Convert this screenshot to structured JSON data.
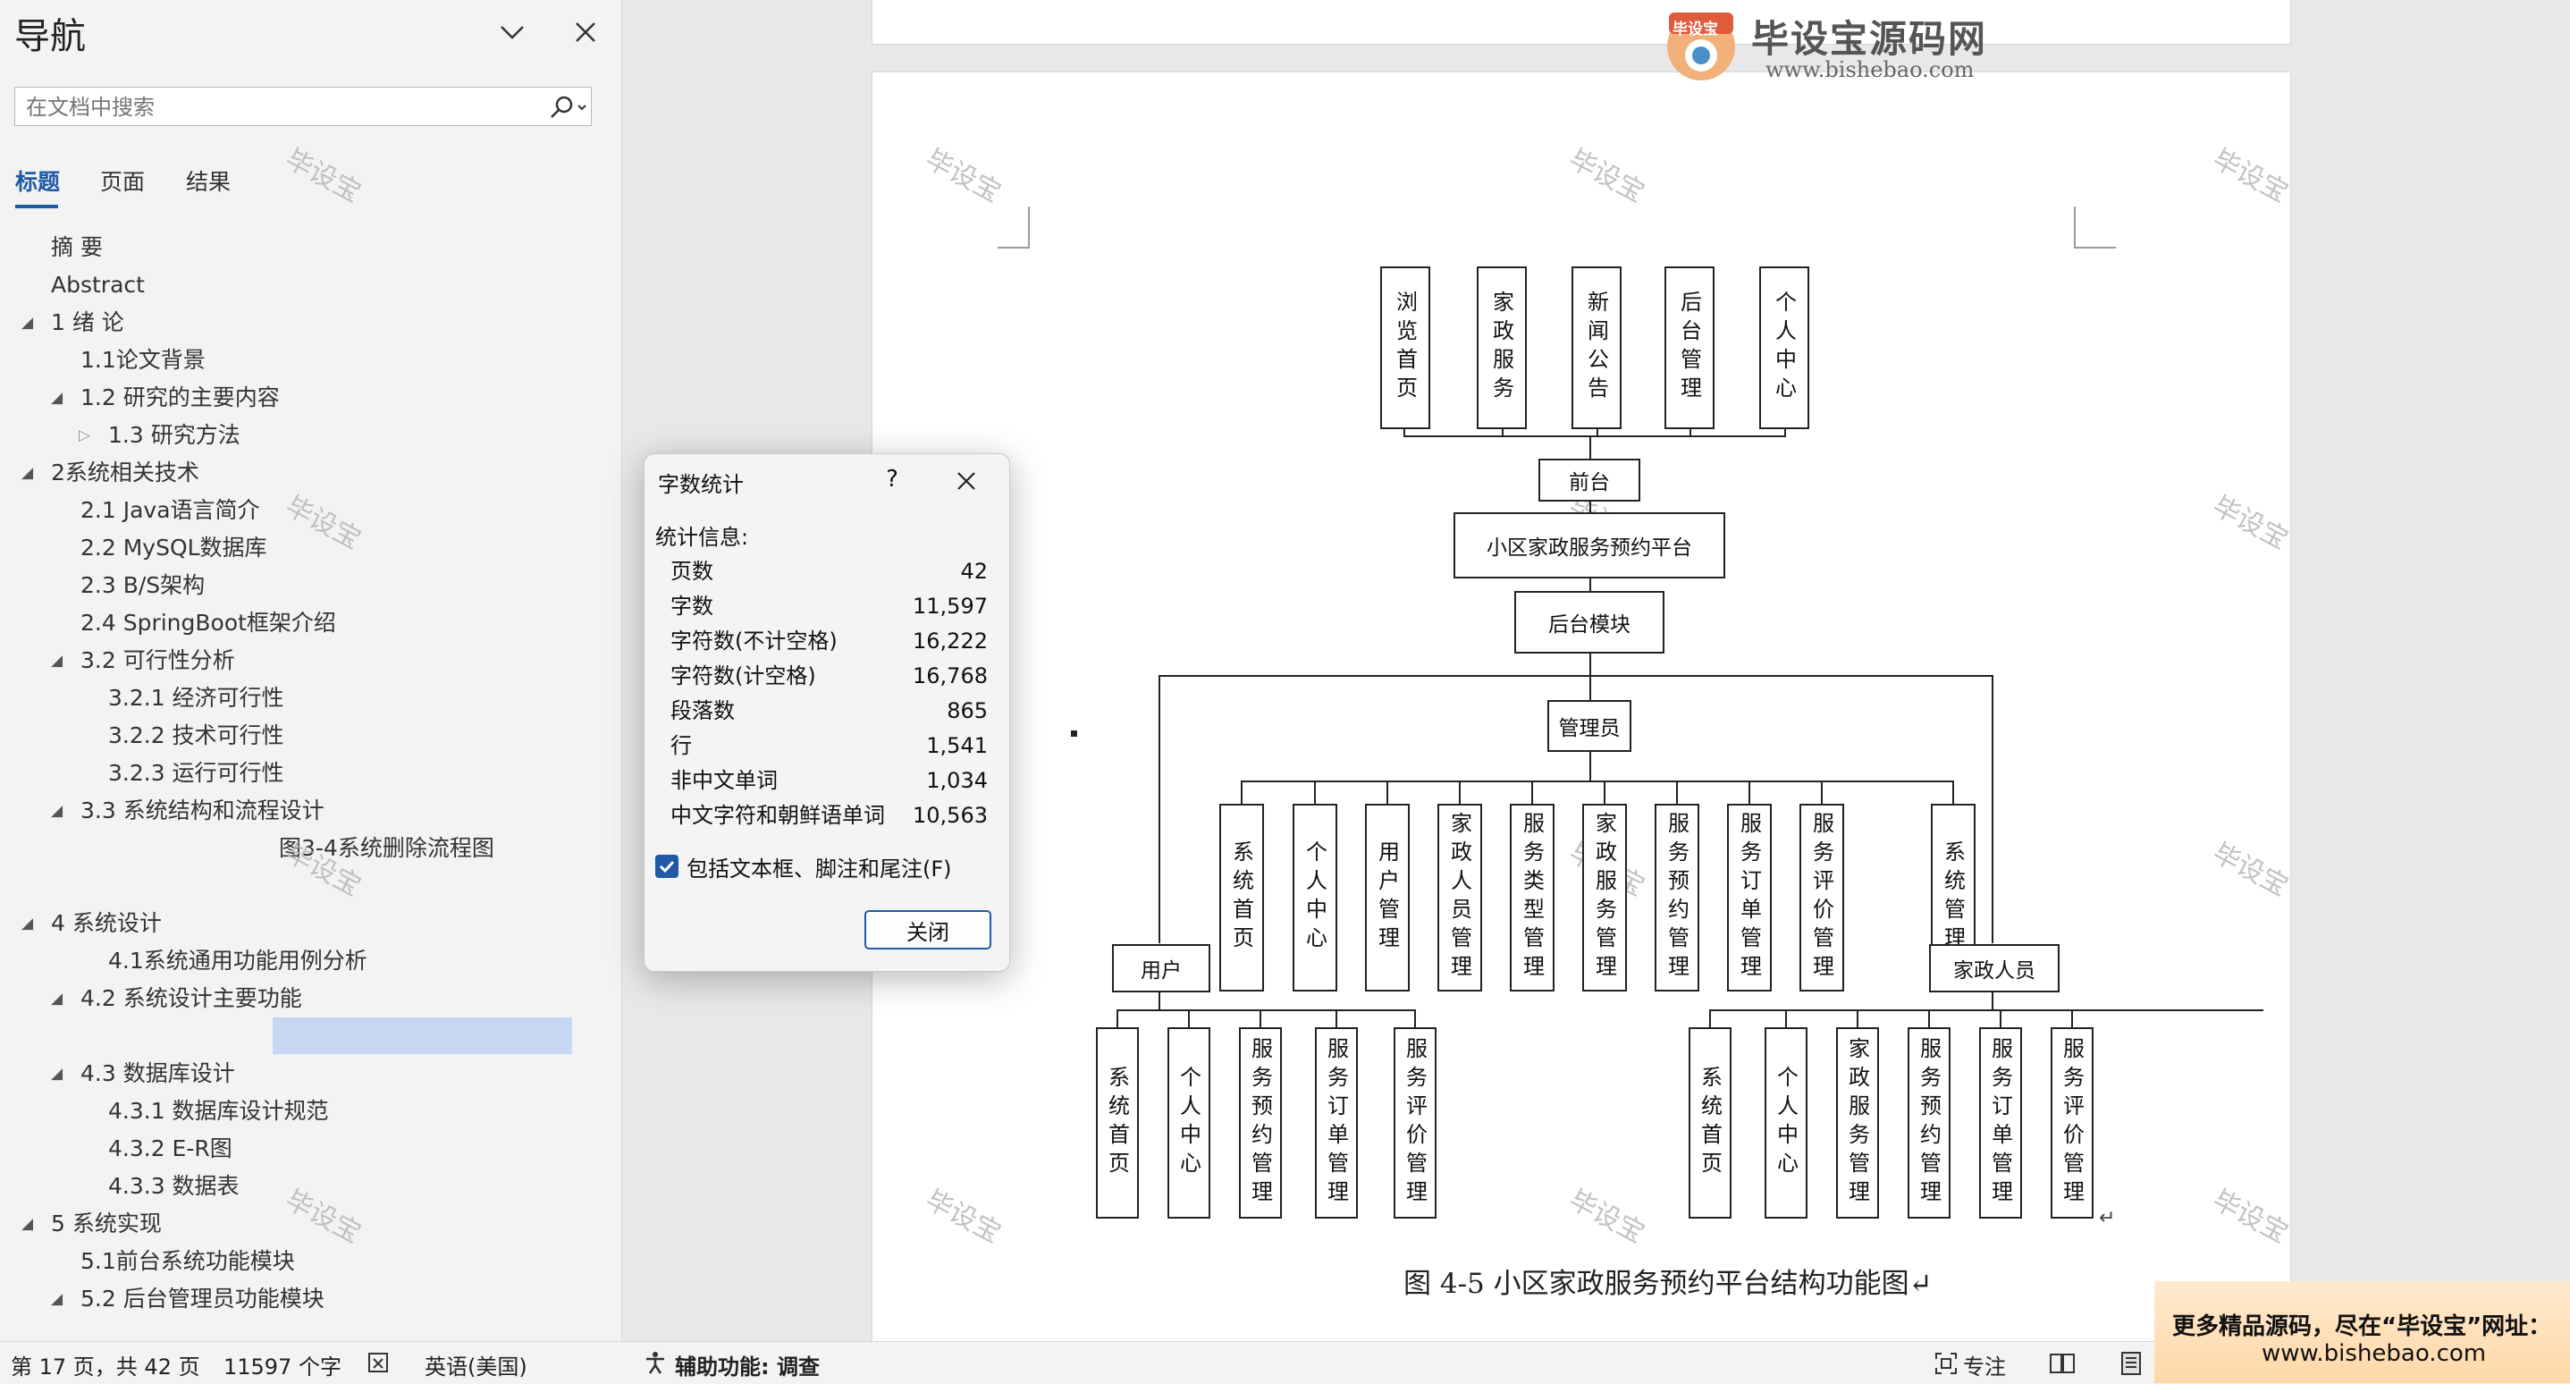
{
  "nav": {
    "title": "导航",
    "search_placeholder": "在文档中搜索",
    "tabs": [
      "标题",
      "页面",
      "结果"
    ],
    "items": [
      "摘  要",
      "Abstract",
      "1 绪  论",
      "1.1论文背景",
      "1.2 研究的主要内容",
      "1.3 研究方法",
      "2系统相关技术",
      "2.1 Java语言简介",
      "2.2  MySQL数据库",
      "2.3 B/S架构",
      "2.4  SpringBoot框架介绍",
      "3.2 可行性分析",
      "3.2.1 经济可行性",
      "3.2.2 技术可行性",
      "3.2.3 运行可行性",
      "3.3 系统结构和流程设计",
      "图3-4系统删除流程图",
      "4 系统设计",
      "4.1系统通用功能用例分析",
      "4.2 系统设计主要功能",
      "4.3 数据库设计",
      "4.3.1 数据库设计规范",
      "4.3.2 E-R图",
      "4.3.3 数据表",
      "5 系统实现",
      "5.1前台系统功能模块",
      "5.2 后台管理员功能模块"
    ]
  },
  "header_logo": {
    "name": "毕设宝源码网",
    "badge": "毕设宝",
    "url": "www.bishebao.com"
  },
  "watermark": "毕设宝",
  "diagram": {
    "frontend_modules": [
      "浏览首页",
      "家政服务",
      "新闻公告",
      "后台管理",
      "个人中心"
    ],
    "frontend": "前台",
    "platform": "小区家政服务预约平台",
    "backend": "后台模块",
    "admin": "管理员",
    "admin_modules": [
      "系统首页",
      "个人中心",
      "用户管理",
      "家政人员管理",
      "服务类型管理",
      "家政服务管理",
      "服务预约管理",
      "服务订单管理",
      "服务评价管理",
      "系统管理"
    ],
    "user": "用户",
    "user_modules": [
      "系统首页",
      "个人中心",
      "服务预约管理",
      "服务订单管理",
      "服务评价管理"
    ],
    "staff": "家政人员",
    "staff_modules": [
      "系统首页",
      "个人中心",
      "家政服务管理",
      "服务预约管理",
      "服务订单管理",
      "服务评价管理"
    ],
    "caption": "图 4-5 小区家政服务预约平台结构功能图↵"
  },
  "dialog": {
    "title": "字数统计",
    "help": "?",
    "section": "统计信息:",
    "stats": [
      {
        "label": "页数",
        "value": "42"
      },
      {
        "label": "字数",
        "value": "11,597"
      },
      {
        "label": "字符数(不计空格)",
        "value": "16,222"
      },
      {
        "label": "字符数(计空格)",
        "value": "16,768"
      },
      {
        "label": "段落数",
        "value": "865"
      },
      {
        "label": "行",
        "value": "1,541"
      },
      {
        "label": "非中文单词",
        "value": "1,034"
      },
      {
        "label": "中文字符和朝鲜语单词",
        "value": "10,563"
      }
    ],
    "checkbox_label": "包括文本框、脚注和尾注(F)",
    "checkbox_checked": true,
    "close_label": "关闭"
  },
  "promo": {
    "line1": "更多精品源码，尽在“毕设宝”网址：",
    "line2": "www.bishebao.com"
  },
  "status": {
    "page": "第 17 页，共 42 页",
    "words": "11597 个字",
    "language": "英语(美国)",
    "accessibility": "辅助功能: 调查",
    "focus": "专注"
  },
  "colors": {
    "accent": "#1f5aa6",
    "highlight": "#c5d7f2",
    "promo_bg": "#ffd8a8"
  }
}
